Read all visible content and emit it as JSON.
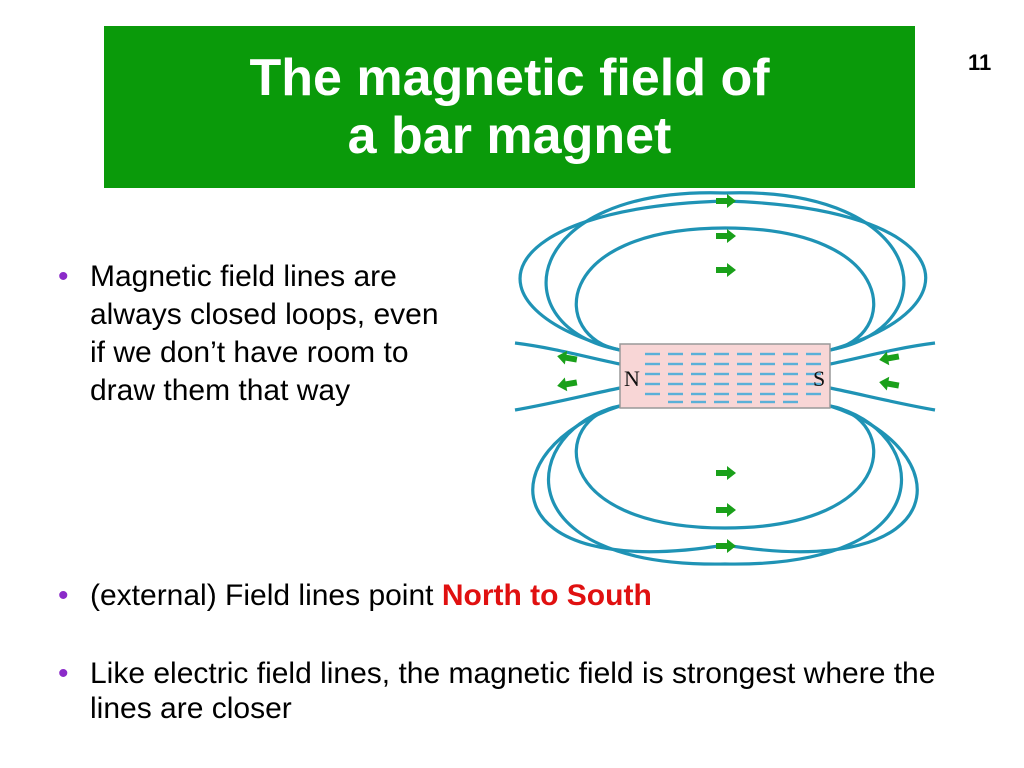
{
  "slide": {
    "title_line1": "The magnetic field of",
    "title_line2": "a bar magnet",
    "number": "11"
  },
  "bullets": [
    {
      "text": "Magnetic field lines are always closed loops, even if we don’t have room to draw them that way"
    },
    {
      "prefix": "(external) Field lines point ",
      "highlight": "North to South"
    },
    {
      "text": "Like electric field lines, the magnetic field is strongest where the lines are closer"
    }
  ],
  "diagram": {
    "north_label": "N",
    "south_label": "S"
  },
  "colors": {
    "title_bg": "#0a9a0a",
    "bullet_dot": "#8b2bc9",
    "highlight": "#e01010",
    "field_line": "#1f93b5",
    "arrow": "#1aa01a",
    "magnet_fill": "#f8d6d6",
    "magnet_stripes": "#5ab0d8"
  }
}
